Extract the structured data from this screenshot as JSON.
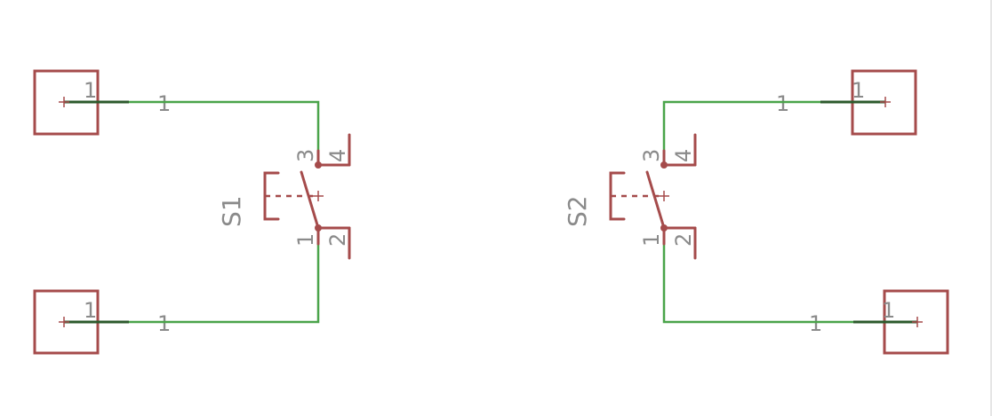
{
  "colors": {
    "symbol": "#a54b4b",
    "wire": "#4aa44a",
    "pin": "#2c5a2c",
    "label": "#8a8a8a",
    "background": "#ffffff"
  },
  "switches": [
    {
      "ref": "S1",
      "pins": {
        "p1": "1",
        "p2": "2",
        "p3": "3",
        "p4": "4"
      }
    },
    {
      "ref": "S2",
      "pins": {
        "p1": "1",
        "p2": "2",
        "p3": "3",
        "p4": "4"
      }
    }
  ],
  "pads": [
    {
      "pin": "1",
      "net": "1"
    },
    {
      "pin": "1",
      "net": "1"
    },
    {
      "pin": "1",
      "net": "1"
    },
    {
      "pin": "1",
      "net": "1"
    }
  ]
}
